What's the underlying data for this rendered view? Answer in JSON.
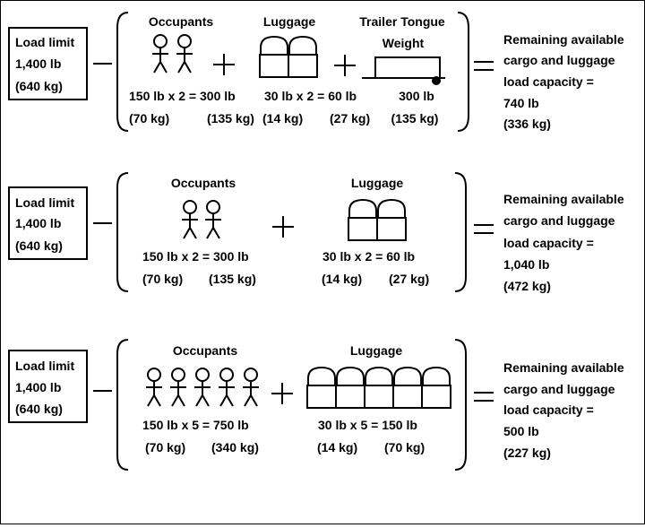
{
  "rows": [
    {
      "load_limit": [
        "Load limit",
        "1,400 lb",
        "(640 kg)"
      ],
      "groups": [
        {
          "type": "occupants",
          "count": 2,
          "title": "Occupants",
          "formula": "150 lb x 2 = 300 lb",
          "metric_left": "(70 kg)",
          "metric_right": "(135 kg)"
        },
        {
          "type": "luggage",
          "count": 2,
          "title": "Luggage",
          "formula": "30 lb x 2 = 60 lb",
          "metric_left": "(14 kg)",
          "metric_right": "(27 kg)"
        },
        {
          "type": "trailer",
          "title": [
            "Trailer Tongue",
            "Weight"
          ],
          "formula": "300 lb",
          "metric": "(135 kg)"
        }
      ],
      "result": [
        "Remaining available",
        "cargo and luggage",
        "load capacity =",
        "740 lb",
        "(336 kg)"
      ]
    },
    {
      "load_limit": [
        "Load limit",
        "1,400 lb",
        "(640 kg)"
      ],
      "groups": [
        {
          "type": "occupants",
          "count": 2,
          "title": "Occupants",
          "formula": "150 lb x 2 = 300 lb",
          "metric_left": "(70 kg)",
          "metric_right": "(135 kg)"
        },
        {
          "type": "luggage",
          "count": 2,
          "title": "Luggage",
          "formula": "30 lb x 2 = 60 lb",
          "metric_left": "(14 kg)",
          "metric_right": "(27 kg)"
        }
      ],
      "result": [
        "Remaining available",
        "cargo and luggage",
        "load capacity =",
        "1,040 lb",
        "(472 kg)"
      ]
    },
    {
      "load_limit": [
        "Load limit",
        "1,400 lb",
        "(640 kg)"
      ],
      "groups": [
        {
          "type": "occupants",
          "count": 5,
          "title": "Occupants",
          "formula": "150 lb x 5 = 750 lb",
          "metric_left": "(70 kg)",
          "metric_right": "(340 kg)"
        },
        {
          "type": "luggage",
          "count": 5,
          "title": "Luggage",
          "formula": "30 lb x 5 = 150 lb",
          "metric_left": "(14 kg)",
          "metric_right": "(70 kg)"
        }
      ],
      "result": [
        "Remaining available",
        "cargo and luggage",
        "load capacity =",
        "500 lb",
        "(227 kg)"
      ]
    }
  ]
}
